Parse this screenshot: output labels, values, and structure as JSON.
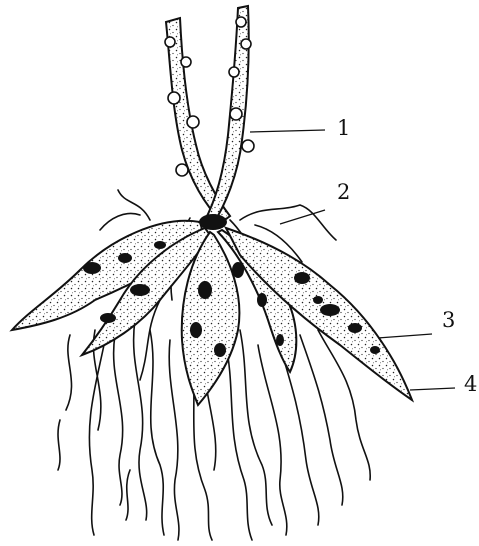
{
  "figure": {
    "labels": [
      {
        "id": "1",
        "text": "1"
      },
      {
        "id": "2",
        "text": "2"
      },
      {
        "id": "3",
        "text": "3"
      },
      {
        "id": "4",
        "text": "4"
      }
    ]
  },
  "colors": {
    "ink": "#111111",
    "paper": "#ffffff"
  }
}
